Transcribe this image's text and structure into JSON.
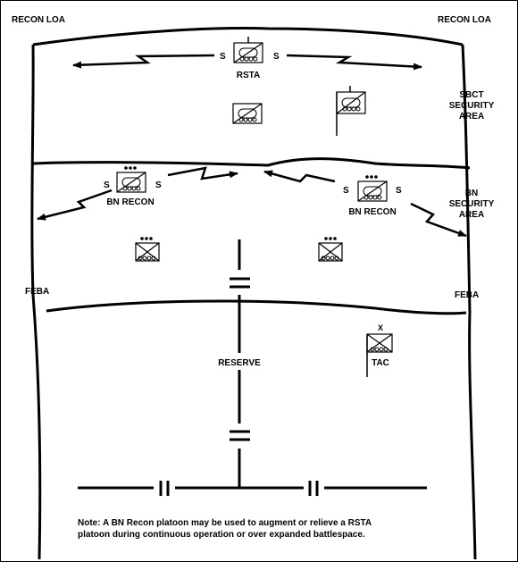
{
  "labels": {
    "recon_loa_left": "RECON LOA",
    "recon_loa_right": "RECON LOA",
    "sbct_security_area": [
      "SBCT",
      "SECURITY",
      "AREA"
    ],
    "bn_security_area": [
      "BN",
      "SECURITY",
      "AREA"
    ],
    "feba_left": "FEBA",
    "feba_right": "FEBA",
    "reserve": "RESERVE",
    "rsta": "RSTA",
    "bn_recon_left": "BN RECON",
    "bn_recon_right": "BN RECON",
    "tac": "TAC",
    "tac_echelon": "X",
    "screen_s": "S"
  },
  "note": {
    "line1": "Note: A BN Recon platoon may be used to augment or relieve a RSTA",
    "line2": "platoon during continuous operation or over expanded battlespace."
  },
  "colors": {
    "line": "#000000",
    "background": "#ffffff"
  }
}
